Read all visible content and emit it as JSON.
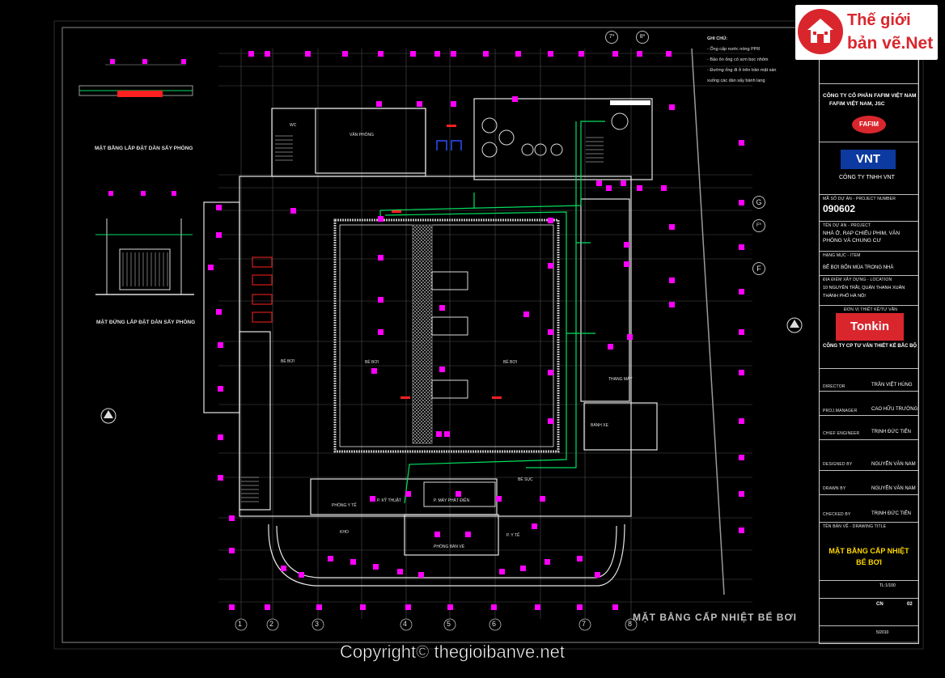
{
  "watermark": {
    "brand_line1": "Thế giới",
    "brand_line2": "bản vẽ.Net",
    "copyright": "Copyright© thegioibanve.net",
    "brand_color": "#d9262c"
  },
  "drawing": {
    "title": "MẶT BẰNG CẤP NHIỆT BỂ BƠI",
    "detail1_title": "MẶT BẰNG LẮP ĐẶT DÀN SẤY PHÒNG",
    "detail2_title": "MẶT ĐỨNG LẮP ĐẶT DÀN SẤY PHÒNG",
    "rooms": {
      "van_phong": "VĂN PHÒNG",
      "be_boi_left": "BỂ BƠI",
      "be_boi_main_left": "BỂ BƠI",
      "be_boi_main_right": "BỂ BƠI",
      "be_suc": "BỂ SỤC",
      "phong_y_te": "PHÒNG Y TẾ",
      "p_ky_thuat": "P. KỸ THUẬT",
      "p_may_phat": "P. MÁY PHÁT ĐIỆN",
      "khu": "KHO",
      "banh_xe": "BÁNH XE",
      "phong_ban_ve": "PHÒNG BÁN VÉ",
      "p_y_te": "P. Y TẾ",
      "thang_may": "THANG MÁY",
      "wc": "WC"
    },
    "notes": [
      "GHI CHÚ:",
      "- Ống cấp nước nóng PPR",
      "- Bảo ôn ống có sơn bọc nhôm",
      "- Đường ống đi ở trên trần mặt sàn",
      "  xuống các dàn sấy bành lang"
    ],
    "col_labels": [
      "1",
      "2",
      "3",
      "4",
      "5",
      "6",
      "7",
      "8"
    ],
    "top_col_labels": [
      "7*",
      "8*"
    ],
    "row_labels": [
      "G",
      "F*",
      "F"
    ],
    "colors": {
      "background": "#000000",
      "wall": "#ffffff",
      "pipe": "#00ff66",
      "equipment": "#ff00ff",
      "grid": "#5a5a5a",
      "accent_red": "#ff2020",
      "accent_yellow": "#ffd700"
    }
  },
  "title_block": {
    "company1": "CÔNG TY CỔ PHẦN FAFIM VIỆT NAM",
    "company1_short": "FAFIM VIỆT NAM, JSC",
    "company1_logo": "FAFIM",
    "company2": "CÔNG TY TNHH VNT",
    "company2_logo": "VNT",
    "project_no_label": "MÃ SỐ DỰ ÁN - PROJECT NUMBER",
    "project_no": "090602",
    "project_label": "TÊN DỰ ÁN - PROJECT",
    "project": "NHÀ Ở, RẠP CHIẾU PHIM, VĂN PHÒNG VÀ CHUNG CƯ",
    "item_label": "HẠNG MỤC - ITEM",
    "item": "BỂ BƠI BỐN MÙA TRONG NHÀ",
    "address_label": "ĐỊA ĐIỂM XÂY DỰNG - LOCATION",
    "address": "10 NGUYỄN TRÃI, QUẬN THANH XUÂN THÀNH PHỐ HÀ NỘI",
    "designer_label": "ĐƠN VỊ THIẾT KẾ/TƯ VẤN",
    "designer_logo": "Tonkin",
    "designer": "CÔNG TY CP TƯ VẤN THIẾT KẾ BẮC BỘ",
    "director_label": "DIRECTOR",
    "director": "TRẦN VIỆT HÙNG",
    "manager_label": "PROJ.MANAGER",
    "manager": "CAO HỮU TRƯỜNG",
    "checker_label": "CHIEF ENGINEER",
    "checker": "TRỊNH ĐỨC TIẾN",
    "designed_label": "DESIGNED BY",
    "designed": "NGUYỄN VĂN NAM",
    "drawn_label": "DRAWN BY",
    "drawn": "NGUYỄN VĂN NAM",
    "checked_label": "CHECKED BY",
    "checked": "TRỊNH ĐỨC TIẾN",
    "sheet_title_label": "TÊN BẢN VẼ - DRAWING TITLE",
    "sheet_title_line1": "MẶT BẰNG CẤP NHIỆT",
    "sheet_title_line2": "BỂ BƠI",
    "sheet_code": "CN",
    "sheet_no": "02",
    "date": "5/2010",
    "scale": "TL:1/100"
  }
}
